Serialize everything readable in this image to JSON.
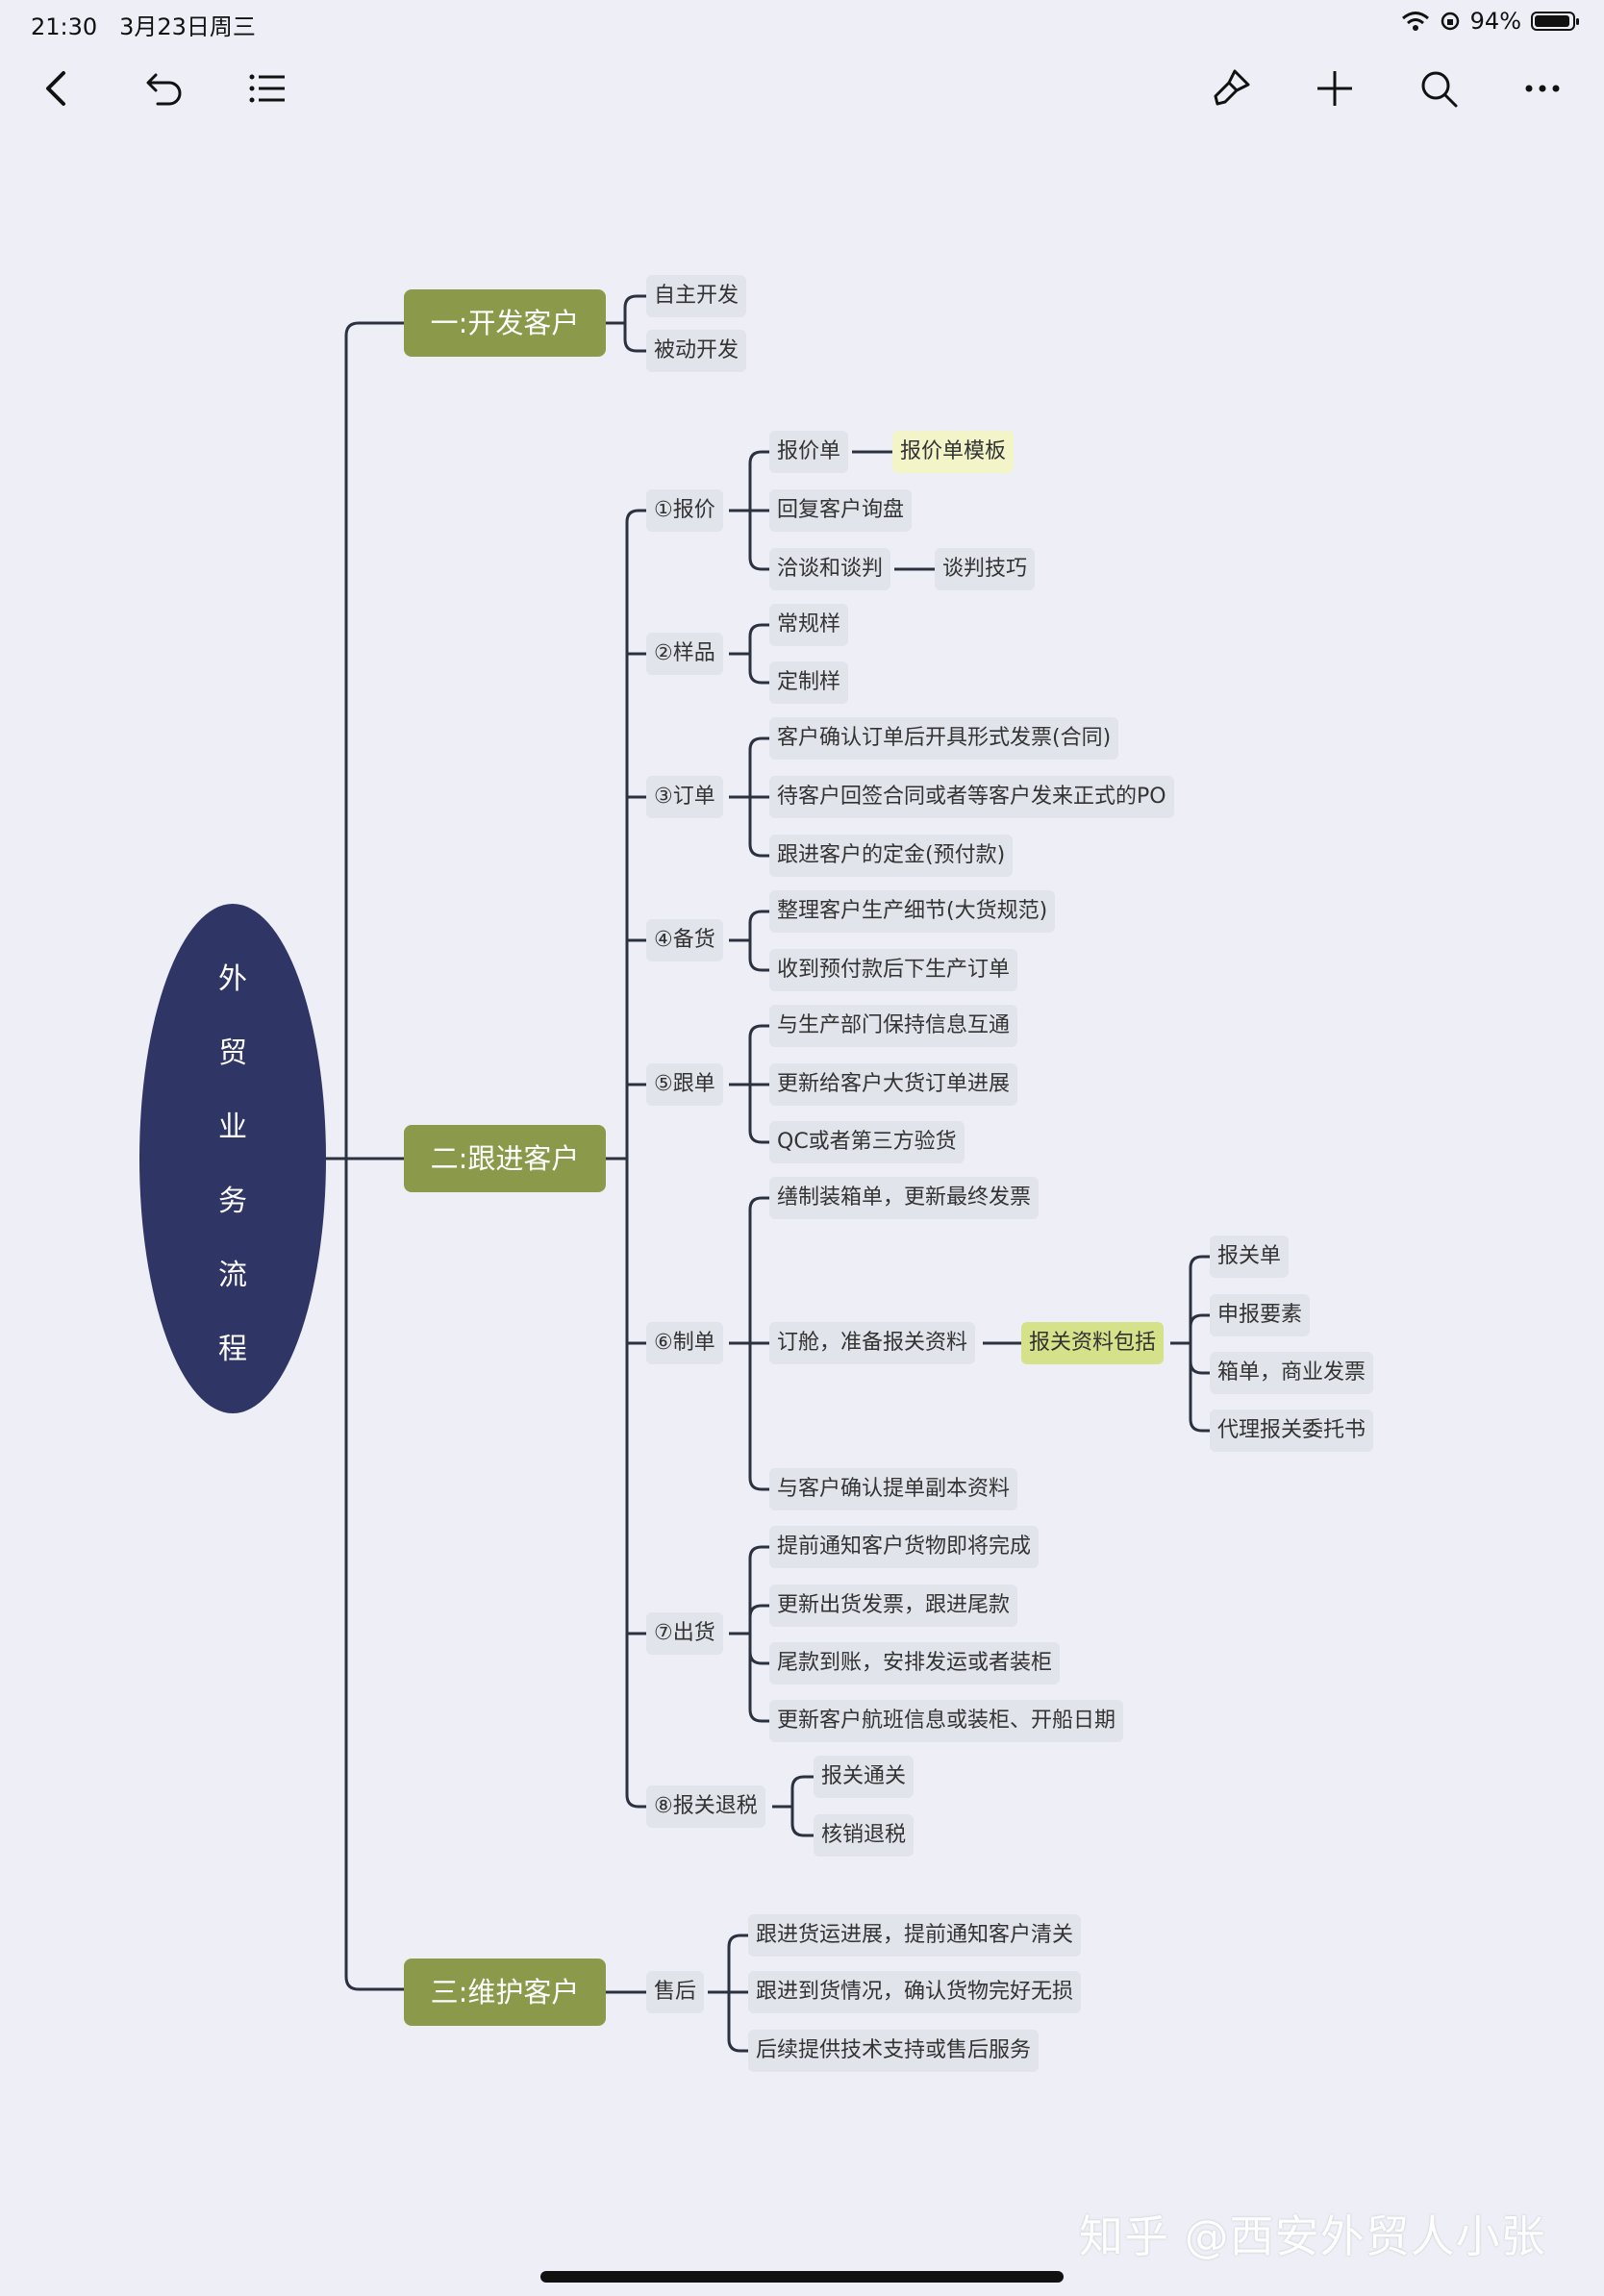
{
  "status": {
    "time": "21:30",
    "date": "3月23日周三",
    "battery_text": "94%",
    "battery_level": 0.94
  },
  "toolbar": {
    "left_icons": [
      "back-icon",
      "undo-icon",
      "outline-list-icon"
    ],
    "right_icons": [
      "format-brush-icon",
      "add-icon",
      "search-icon",
      "more-icon"
    ]
  },
  "mindmap": {
    "root": {
      "chars": [
        "外",
        "贸",
        "业",
        "务",
        "流",
        "程"
      ]
    },
    "branch1": {
      "label": "一:开发客户",
      "children": [
        "自主开发",
        "被动开发"
      ]
    },
    "branch2": {
      "label": "二:跟进客户",
      "steps": [
        {
          "label": "①报价",
          "items": [
            "报价单",
            "回复客户询盘",
            "洽谈和谈判"
          ],
          "extra": {
            "baojia_tag": "报价单模板",
            "tanpan_tip": "谈判技巧"
          }
        },
        {
          "label": "②样品",
          "items": [
            "常规样",
            "定制样"
          ]
        },
        {
          "label": "③订单",
          "items": [
            "客户确认订单后开具形式发票(合同)",
            "待客户回签合同或者等客户发来正式的PO",
            "跟进客户的定金(预付款)"
          ]
        },
        {
          "label": "④备货",
          "items": [
            "整理客户生产细节(大货规范)",
            "收到预付款后下生产订单"
          ]
        },
        {
          "label": "⑤跟单",
          "items": [
            "与生产部门保持信息互通",
            "更新给客户大货订单进展",
            "QC或者第三方验货"
          ]
        },
        {
          "label": "⑥制单",
          "items": [
            "缮制装箱单，更新最终发票",
            "订舱，准备报关资料",
            "与客户确认提单副本资料"
          ],
          "docs": {
            "label": "报关资料包括",
            "items": [
              "报关单",
              "申报要素",
              "箱单，商业发票",
              "代理报关委托书"
            ]
          }
        },
        {
          "label": "⑦出货",
          "items": [
            "提前通知客户货物即将完成",
            "更新出货发票，跟进尾款",
            "尾款到账，安排发运或者装柜",
            "更新客户航班信息或装柜、开船日期"
          ]
        },
        {
          "label": "⑧报关退税",
          "items": [
            "报关通关",
            "核销退税"
          ]
        }
      ]
    },
    "branch3": {
      "label": "三:维护客户",
      "sub": {
        "label": "售后",
        "items": [
          "跟进货运进展，提前通知客户清关",
          "跟进到货情况，确认货物完好无损",
          "后续提供技术支持或售后服务"
        ]
      }
    }
  },
  "watermark": "知乎 @西安外贸人小张",
  "colors": {
    "background": "#edeef6",
    "root": "#2f3565",
    "branch": "#8a9a4a",
    "node": "#e2e4ec",
    "line": "#2c3140"
  }
}
